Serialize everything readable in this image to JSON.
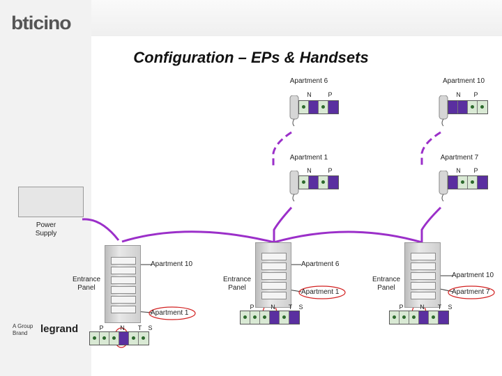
{
  "brand": {
    "logo_text": "bticino",
    "group_line1": "A Group",
    "group_line2": "Brand",
    "group_logo": "legrand"
  },
  "title": "Configuration – EPs & Handsets",
  "handsets": [
    {
      "label": "Apartment 6",
      "dip": [
        "N",
        "P"
      ]
    },
    {
      "label": "Apartment 10",
      "dip": [
        "N",
        "P"
      ]
    },
    {
      "label": "Apartment 1",
      "dip": [
        "N",
        "P"
      ]
    },
    {
      "label": "Apartment 7",
      "dip": [
        "N",
        "P"
      ]
    }
  ],
  "power_supply": "Power Supply",
  "panels": [
    {
      "label": "Entrance Panel",
      "top_call": "Apartment 10",
      "bottom_call": "Apartment 1",
      "dip": [
        "P",
        "N",
        "T",
        "S"
      ]
    },
    {
      "label": "Entrance Panel",
      "top_call": "Apartment 6",
      "bottom_call": "Apartment 1",
      "dip": [
        "P",
        "N",
        "T",
        "S"
      ]
    },
    {
      "label": "Entrance Panel",
      "top_call": "Apartment 10",
      "bottom_call": "Apartment 7",
      "dip": [
        "P",
        "N",
        "T",
        "S"
      ]
    }
  ],
  "colors": {
    "bus": "#9b2fc9",
    "highlight": "#d22020",
    "dip_on": "#5a2fa0"
  }
}
